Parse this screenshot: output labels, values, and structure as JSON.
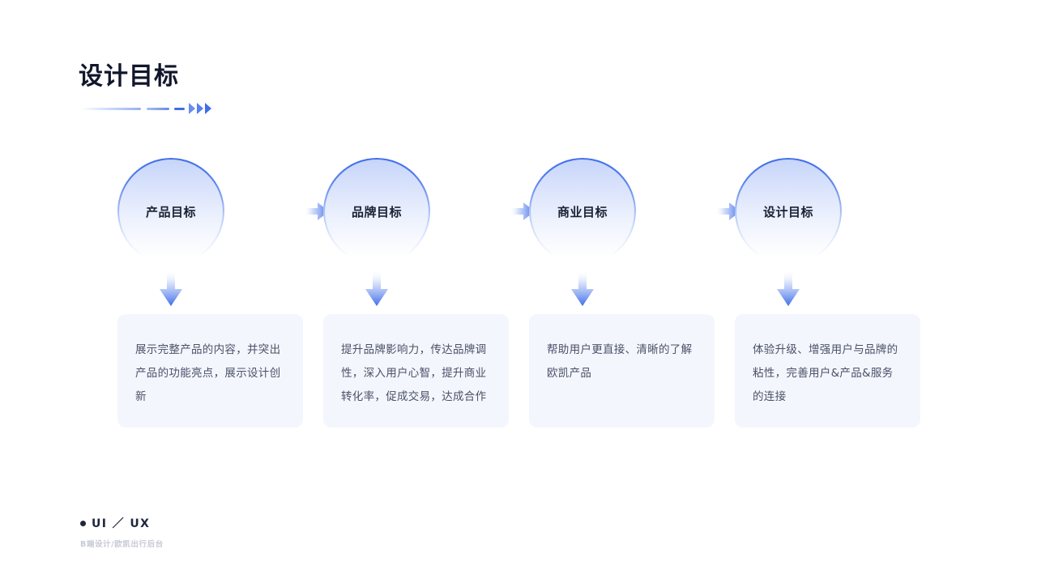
{
  "slide": {
    "title": "设计目标",
    "background_color": "#ffffff",
    "accent_color": "#3f6ee9",
    "card_color": "#f4f6fd",
    "title_color": "#10162b"
  },
  "decoration": {
    "line_long": "gradient-line",
    "line_mid": "dash-medium",
    "line_short": "dash-short",
    "arrows": [
      "triangle-arrow-1",
      "triangle-arrow-2",
      "triangle-arrow-3"
    ]
  },
  "flow": {
    "nodes": [
      {
        "label": "产品目标",
        "description": "展示完整产品的内容，并突出产品的功能亮点，展示设计创新"
      },
      {
        "label": "品牌目标",
        "description": "提升品牌影响力，传达品牌调性，深入用户心智，提升商业转化率，促成交易，达成合作"
      },
      {
        "label": "商业目标",
        "description": "帮助用户更直接、清晰的了解欧凯产品"
      },
      {
        "label": "设计目标",
        "description": "体验升级、增强用户与品牌的粘性，完善用户&产品&服务的连接"
      }
    ],
    "connector_icon": "right-arrow-icon",
    "down_icon": "down-arrow-icon"
  },
  "footer": {
    "label": "UI ／ UX",
    "subtitle": "B端设计/欧凯出行后台",
    "bullet": "bullet-dot"
  }
}
